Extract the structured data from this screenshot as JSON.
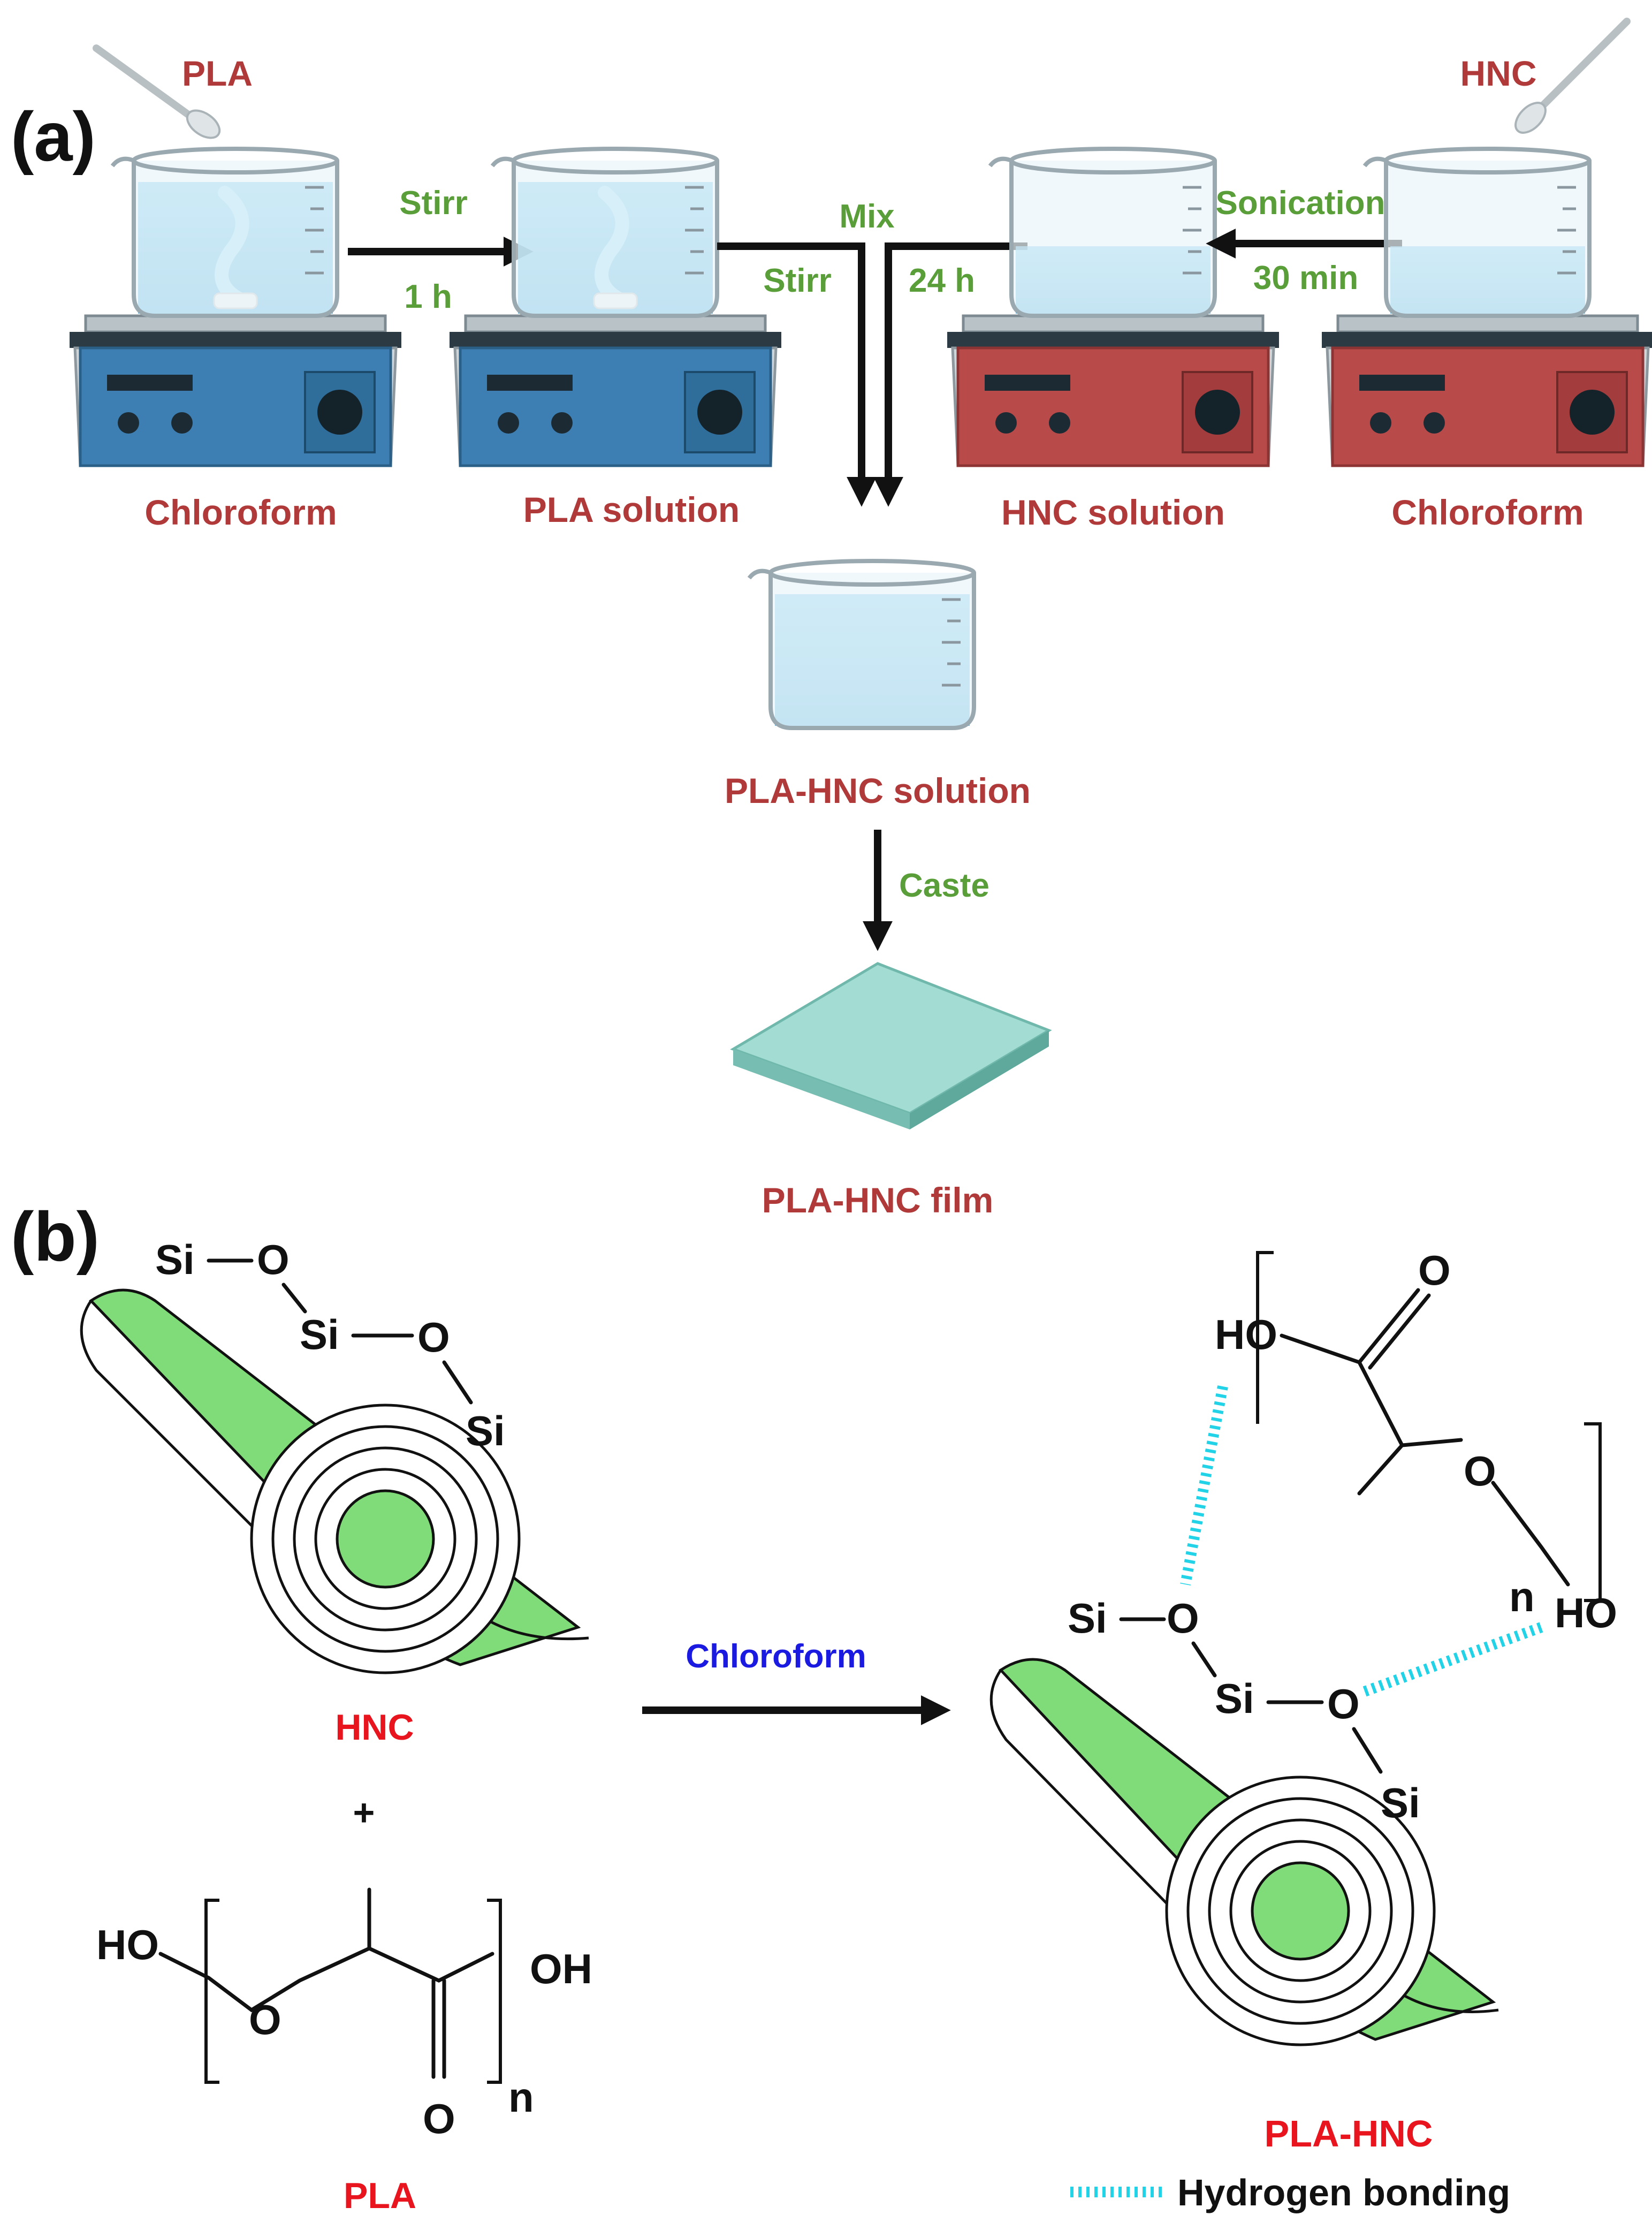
{
  "panel_a": {
    "label": "(a)",
    "reagent_pla": "PLA",
    "reagent_hnc": "HNC",
    "beaker1_label": "Chloroform",
    "beaker2_label": "PLA solution",
    "beaker3_label": "HNC solution",
    "beaker4_label": "Chloroform",
    "step_stirr": "Stirr",
    "step_1h": "1 h",
    "step_mix": "Mix",
    "step_stirr2": "Stirr",
    "step_24h": "24 h",
    "step_sonication": "Sonication",
    "step_30min": "30 min",
    "mixed_label": "PLA-HNC solution",
    "step_caste": "Caste",
    "film_label": "PLA-HNC film"
  },
  "panel_b": {
    "label": "(b)",
    "hnc_label": "HNC",
    "plus": "+",
    "pla_label": "PLA",
    "reaction_solvent": "Chloroform",
    "product_label": "PLA-HNC",
    "legend_text": "Hydrogen bonding",
    "atoms": {
      "si": "Si",
      "o": "O",
      "ho": "HO",
      "oh": "OH",
      "n": "n"
    }
  },
  "colors": {
    "label_red": "#b03a3a",
    "step_green": "#5a9e3a",
    "bright_red": "#e8141e",
    "solvent_blue": "#1a1ae0",
    "tube_green": "#7fdc78",
    "hbond_cyan": "#22d3e8",
    "film_teal": "#a2dcd2",
    "stirrer_blue": "#3d7fb3",
    "stirrer_red": "#b84a4a"
  }
}
